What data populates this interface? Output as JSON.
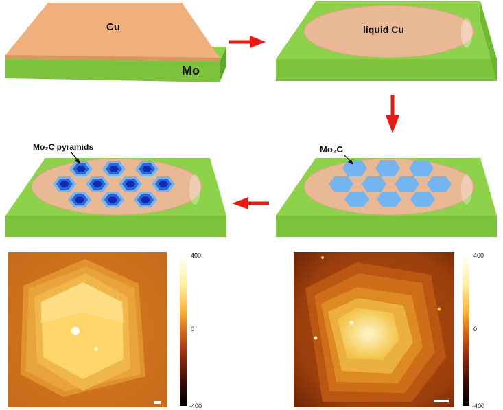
{
  "panels": {
    "step1": {
      "top_label": "Cu",
      "base_label": "Mo"
    },
    "step2": {
      "label": "liquid Cu"
    },
    "step3": {
      "label": "Mo₂C"
    },
    "step4": {
      "label": "Mo₂C pyramids"
    }
  },
  "colorbars": [
    {
      "max_label": "400",
      "mid_label": "0",
      "min_label": "-400"
    },
    {
      "max_label": "400",
      "mid_label": "0",
      "min_label": "-400"
    }
  ],
  "colors": {
    "mo_base": "#8ed14a",
    "cu_solid": "#f0b07e",
    "cu_liquid": "#e9b894",
    "mo2c_light": "#74b4f0",
    "mo2c_mid": "#2f63d8",
    "mo2c_dark": "#0b2cb0",
    "arrow": "#e61b13"
  }
}
